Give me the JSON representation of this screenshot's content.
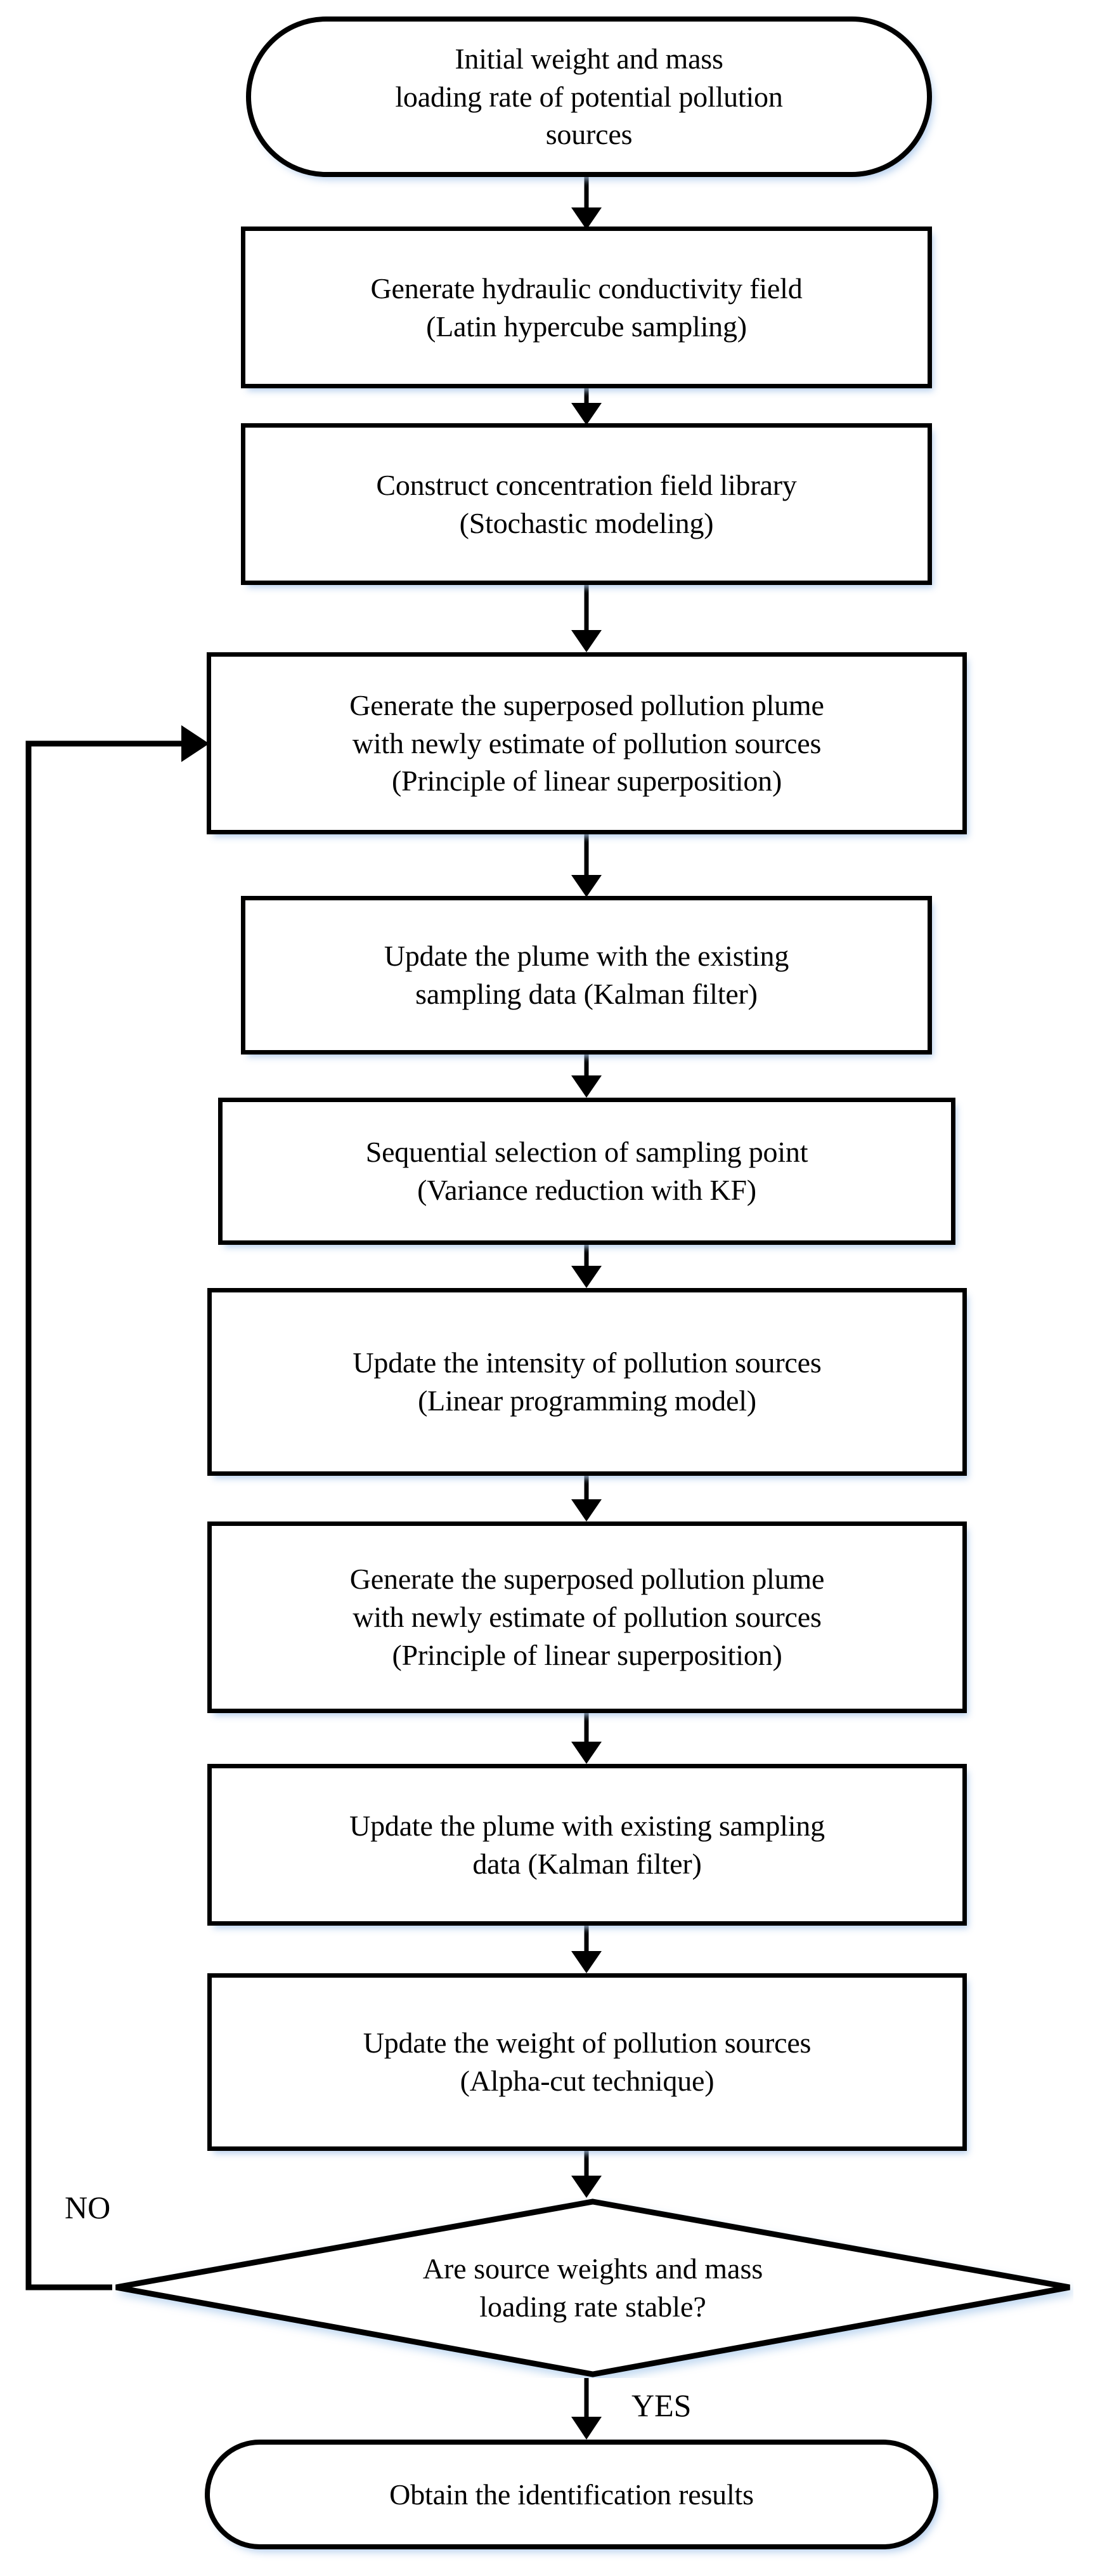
{
  "diagram": {
    "title": "Pollution source identification iterative procedure flowchart",
    "orientation": "top-to-bottom",
    "accent_color": "#000000",
    "background_color": "#ffffff",
    "shadow_color": "#c9e0f5"
  },
  "nodes": [
    {
      "id": "start",
      "shape": "stadium",
      "text": "Initial weight and mass\nloading rate of potential pollution\nsources"
    },
    {
      "id": "generate-k-field",
      "shape": "rectangle",
      "text": "Generate hydraulic conductivity field\n(Latin hypercube sampling)"
    },
    {
      "id": "construct-library",
      "shape": "rectangle",
      "text": "Construct concentration field library\n(Stochastic modeling)"
    },
    {
      "id": "generate-plume-1",
      "shape": "rectangle",
      "text": "Generate the superposed pollution plume\nwith newly estimate of pollution sources\n(Principle  of linear superposition)"
    },
    {
      "id": "update-plume-1",
      "shape": "rectangle",
      "text": "Update the plume with the existing\nsampling data (Kalman filter)"
    },
    {
      "id": "sequential-selection",
      "shape": "rectangle",
      "text": "Sequential selection of sampling point\n(Variance reduction with KF)"
    },
    {
      "id": "update-intensity",
      "shape": "rectangle",
      "text": "Update the intensity of pollution sources\n(Linear programming model)"
    },
    {
      "id": "generate-plume-2",
      "shape": "rectangle",
      "text": "Generate the superposed pollution plume\nwith newly estimate of pollution sources\n(Principle of linear superposition)"
    },
    {
      "id": "update-plume-2",
      "shape": "rectangle",
      "text": "Update the plume with existing sampling\ndata (Kalman filter)"
    },
    {
      "id": "update-weight",
      "shape": "rectangle",
      "text": "Update the weight of pollution sources\n(Alpha-cut technique)"
    },
    {
      "id": "decision",
      "shape": "diamond",
      "text": "Are source weights and mass\nloading rate stable?"
    },
    {
      "id": "end",
      "shape": "stadium",
      "text": "Obtain the identification results"
    }
  ],
  "edge_labels": {
    "no": "NO",
    "yes": "YES"
  }
}
